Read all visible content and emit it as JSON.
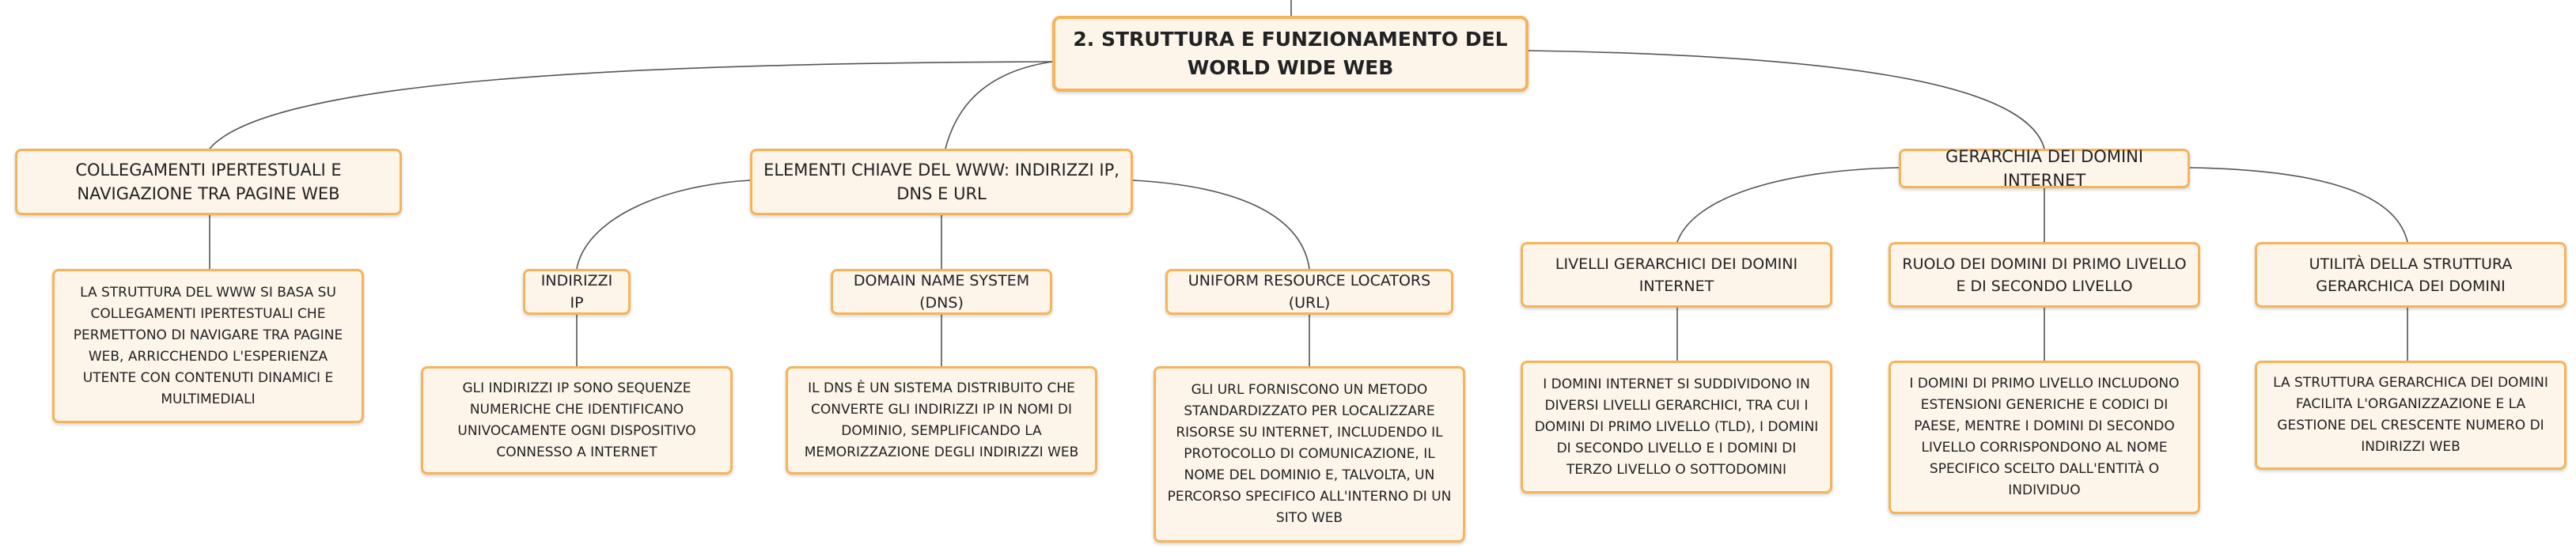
{
  "root": {
    "label": "2. STRUTTURA E FUNZIONAMENTO DEL WORLD WIDE WEB"
  },
  "branches": [
    {
      "label": "COLLEGAMENTI IPERTESTUALI E NAVIGAZIONE TRA PAGINE WEB",
      "children": [
        {
          "label": "LA STRUTTURA DEL WWW SI BASA SU COLLEGAMENTI IPERTESTUALI CHE PERMETTONO DI NAVIGARE TRA PAGINE WEB, ARRICCHENDO L'ESPERIENZA UTENTE CON CONTENUTI DINAMICI E MULTIMEDIALI"
        }
      ]
    },
    {
      "label": "ELEMENTI CHIAVE DEL WWW: INDIRIZZI IP, DNS E URL",
      "children": [
        {
          "label": "INDIRIZZI IP",
          "detail": "GLI INDIRIZZI IP SONO SEQUENZE NUMERICHE CHE IDENTIFICANO UNIVOCAMENTE OGNI DISPOSITIVO CONNESSO A INTERNET"
        },
        {
          "label": "DOMAIN NAME SYSTEM (DNS)",
          "detail": "IL DNS È UN SISTEMA DISTRIBUITO CHE CONVERTE GLI INDIRIZZI IP IN NOMI DI DOMINIO, SEMPLIFICANDO LA MEMORIZZAZIONE DEGLI INDIRIZZI WEB"
        },
        {
          "label": "UNIFORM RESOURCE LOCATORS (URL)",
          "detail": "GLI URL FORNISCONO UN METODO STANDARDIZZATO PER LOCALIZZARE RISORSE SU INTERNET, INCLUDENDO IL PROTOCOLLO DI COMUNICAZIONE, IL NOME DEL DOMINIO E, TALVOLTA, UN PERCORSO SPECIFICO ALL'INTERNO DI UN SITO WEB"
        }
      ]
    },
    {
      "label": "GERARCHIA DEI DOMINI INTERNET",
      "children": [
        {
          "label": "LIVELLI GERARCHICI DEI DOMINI INTERNET",
          "detail": "I DOMINI INTERNET SI SUDDIVIDONO IN DIVERSI LIVELLI GERARCHICI, TRA CUI I DOMINI DI PRIMO LIVELLO (TLD), I DOMINI DI SECONDO LIVELLO E I DOMINI DI TERZO LIVELLO O SOTTODOMINI"
        },
        {
          "label": "RUOLO DEI DOMINI DI PRIMO LIVELLO E DI SECONDO LIVELLO",
          "detail": "I DOMINI DI PRIMO LIVELLO INCLUDONO ESTENSIONI GENERICHE E CODICI DI PAESE, MENTRE I DOMINI DI SECONDO LIVELLO CORRISPONDONO AL NOME SPECIFICO SCELTO DALL'ENTITÀ O INDIVIDUO"
        },
        {
          "label": "UTILITÀ DELLA STRUTTURA GERARCHICA DEI DOMINI",
          "detail": "LA STRUTTURA GERARCHICA DEI DOMINI FACILITA L'ORGANIZZAZIONE E LA GESTIONE DEL CRESCENTE NUMERO DI INDIRIZZI WEB"
        }
      ]
    }
  ]
}
